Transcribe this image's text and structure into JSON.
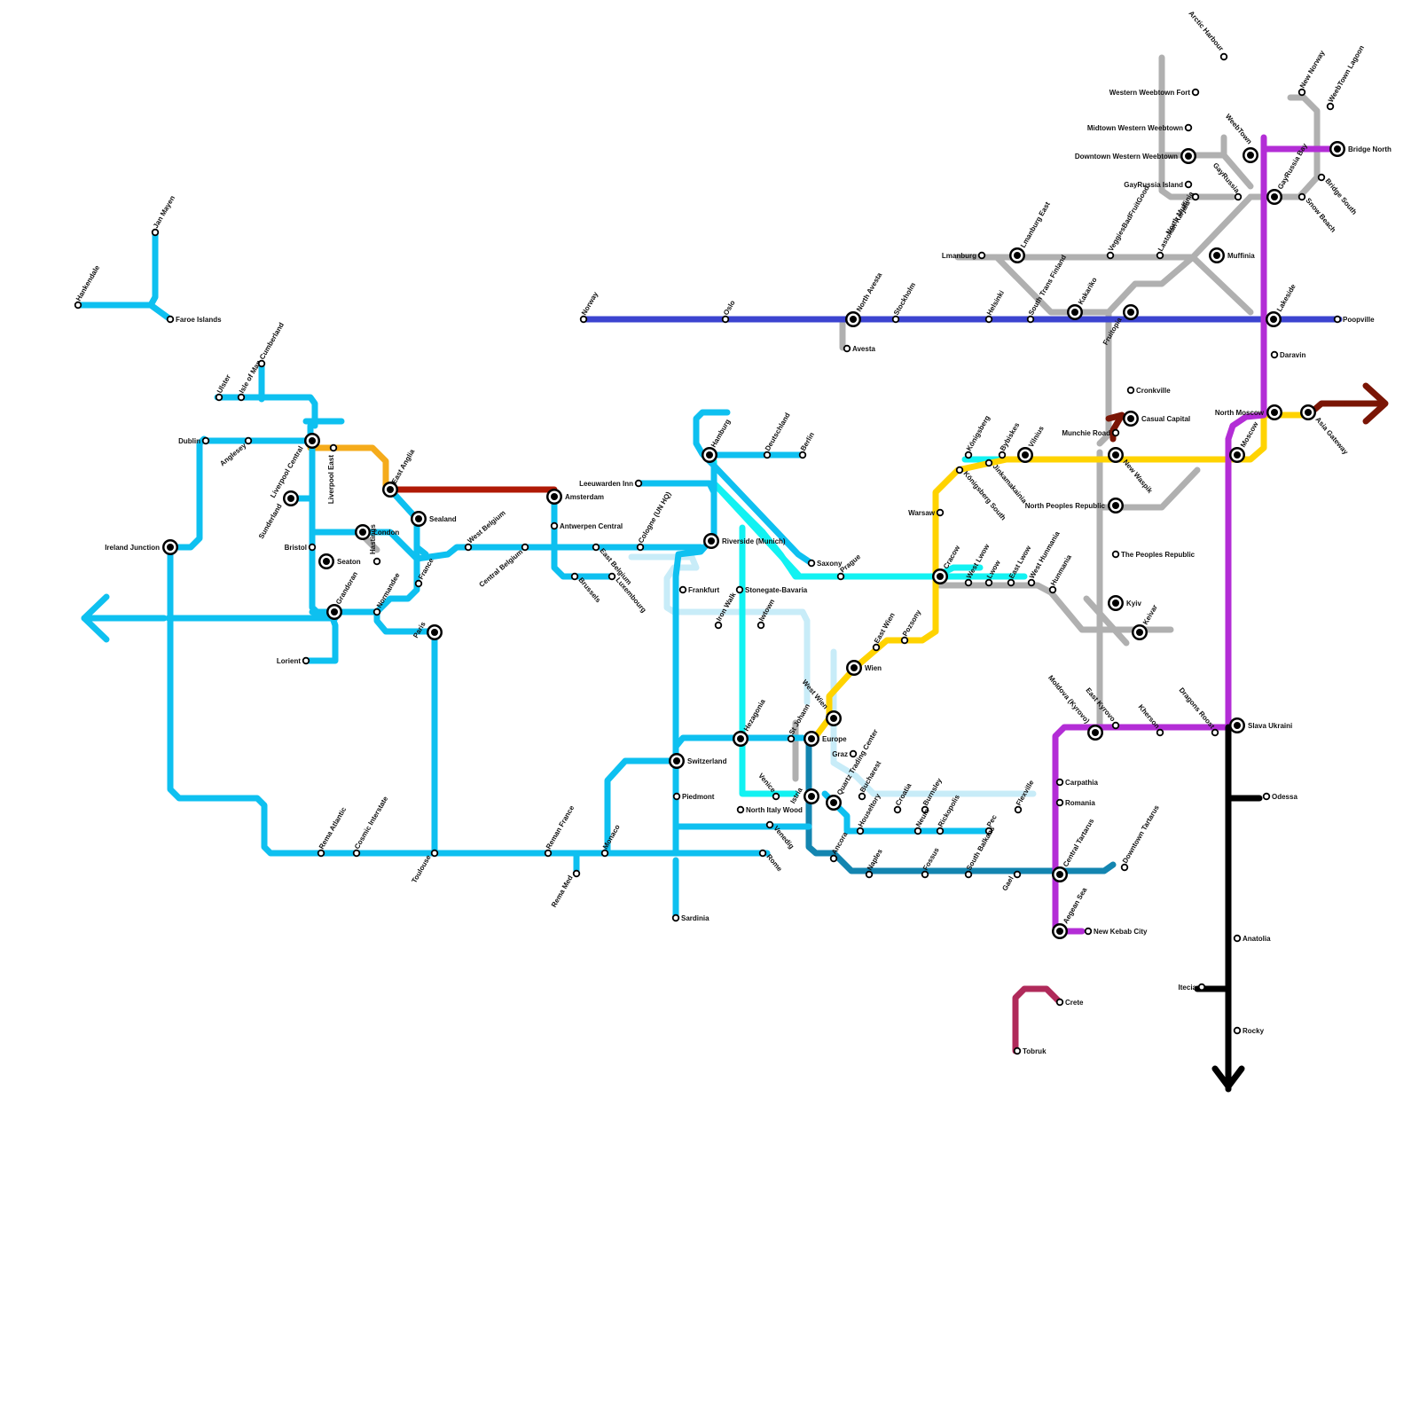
{
  "lines": [
    {
      "id": "west-blue",
      "color": "#0ec0f0",
      "name": ""
    },
    {
      "id": "nordic-indigo",
      "color": "#3c44d0",
      "name": ""
    },
    {
      "id": "gold",
      "color": "#ffd300",
      "name": ""
    },
    {
      "id": "purple",
      "color": "#b32dd6",
      "name": ""
    },
    {
      "id": "grey",
      "color": "#b0b0b0",
      "name": ""
    },
    {
      "id": "cyan",
      "color": "#12f2f2",
      "name": ""
    },
    {
      "id": "pale-blue",
      "color": "#c8ecf8",
      "name": ""
    },
    {
      "id": "teal",
      "color": "#1385b0",
      "name": ""
    },
    {
      "id": "black",
      "color": "#000000",
      "name": ""
    },
    {
      "id": "red",
      "color": "#b01a06",
      "name": ""
    },
    {
      "id": "maroon",
      "color": "#7a1505",
      "name": ""
    },
    {
      "id": "orange",
      "color": "#f5ab1b",
      "name": ""
    },
    {
      "id": "crimson",
      "color": "#b02a5a",
      "name": ""
    }
  ],
  "stations": [
    {
      "name": "Hankendale",
      "interchange": false
    },
    {
      "name": "Jan Mayen",
      "interchange": false
    },
    {
      "name": "Faroe Islands",
      "interchange": false
    },
    {
      "name": "Ulster",
      "interchange": false
    },
    {
      "name": "Isle of Man",
      "interchange": false
    },
    {
      "name": "Cumberland",
      "interchange": false
    },
    {
      "name": "Dublin",
      "interchange": false
    },
    {
      "name": "Anglesey",
      "interchange": false
    },
    {
      "name": "Liverpool Central",
      "interchange": true
    },
    {
      "name": "Liverpool East",
      "interchange": false
    },
    {
      "name": "Sunderland",
      "interchange": true
    },
    {
      "name": "East Anglia",
      "interchange": true
    },
    {
      "name": "Ireland Junction",
      "interchange": true
    },
    {
      "name": "Bristol",
      "interchange": false
    },
    {
      "name": "London",
      "interchange": true
    },
    {
      "name": "Seaton",
      "interchange": true
    },
    {
      "name": "Sealand",
      "interchange": true
    },
    {
      "name": "Hastings",
      "interchange": false
    },
    {
      "name": "Grandoran",
      "interchange": true
    },
    {
      "name": "Normandee",
      "interchange": false
    },
    {
      "name": "France",
      "interchange": false
    },
    {
      "name": "Paris",
      "interchange": true
    },
    {
      "name": "Lorient",
      "interchange": false
    },
    {
      "name": "West Belgium",
      "interchange": false
    },
    {
      "name": "Central Belgium",
      "interchange": false
    },
    {
      "name": "Amsterdam",
      "interchange": true
    },
    {
      "name": "Antwerpen Central",
      "interchange": false
    },
    {
      "name": "Brussels",
      "interchange": false
    },
    {
      "name": "East Belgium",
      "interchange": false
    },
    {
      "name": "Luxembourg",
      "interchange": false
    },
    {
      "name": "Cologne (UN HQ)",
      "interchange": false
    },
    {
      "name": "Leeuwarden Inn",
      "interchange": false
    },
    {
      "name": "Hamburg",
      "interchange": true
    },
    {
      "name": "Deutschland",
      "interchange": false
    },
    {
      "name": "Berlin",
      "interchange": false
    },
    {
      "name": "Riverside (Munich)",
      "interchange": true
    },
    {
      "name": "Frankfurt",
      "interchange": false
    },
    {
      "name": "Stonegate-Bavaria",
      "interchange": false
    },
    {
      "name": "Iron Walk",
      "interchange": false
    },
    {
      "name": "Iwtown",
      "interchange": false
    },
    {
      "name": "Saxony",
      "interchange": false
    },
    {
      "name": "Prague",
      "interchange": false
    },
    {
      "name": "Norway",
      "interchange": false
    },
    {
      "name": "Oslo",
      "interchange": false
    },
    {
      "name": "North Avesta",
      "interchange": true
    },
    {
      "name": "Avesta",
      "interchange": false
    },
    {
      "name": "Stockholm",
      "interchange": false
    },
    {
      "name": "Helsinki",
      "interchange": false
    },
    {
      "name": "South Trans Finland",
      "interchange": false
    },
    {
      "name": "Kakariko",
      "interchange": true
    },
    {
      "name": "Fruitopia",
      "interchange": true
    },
    {
      "name": "Lakeside",
      "interchange": true
    },
    {
      "name": "Poopville",
      "interchange": false
    },
    {
      "name": "Lmanburg",
      "interchange": false
    },
    {
      "name": "Lmanburg East",
      "interchange": true
    },
    {
      "name": "VeggiesBadFruitGood",
      "interchange": false
    },
    {
      "name": "Lastokan Karjala",
      "interchange": false
    },
    {
      "name": "Muffinia",
      "interchange": true
    },
    {
      "name": "North Muffinia",
      "interchange": false
    },
    {
      "name": "GayRussia",
      "interchange": false
    },
    {
      "name": "GayRussia Bay",
      "interchange": true
    },
    {
      "name": "Snow Beach",
      "interchange": false
    },
    {
      "name": "Bridge South",
      "interchange": false
    },
    {
      "name": "Bridge North",
      "interchange": true
    },
    {
      "name": "New Norway",
      "interchange": false
    },
    {
      "name": "WeebTown Lagoon",
      "interchange": false
    },
    {
      "name": "WeebTown",
      "interchange": true
    },
    {
      "name": "Arctic Harbour",
      "interchange": false
    },
    {
      "name": "Western Weebtown Fort",
      "interchange": false
    },
    {
      "name": "Midtown Western Weebtown",
      "interchange": false
    },
    {
      "name": "Downtown Western Weebtown",
      "interchange": true
    },
    {
      "name": "GayRussia Island",
      "interchange": false
    },
    {
      "name": "Daravin",
      "interchange": false
    },
    {
      "name": "Cronkville",
      "interchange": false
    },
    {
      "name": "Casual Capital",
      "interchange": true
    },
    {
      "name": "Munchie Road",
      "interchange": false
    },
    {
      "name": "North Moscow",
      "interchange": true
    },
    {
      "name": "Asia Gateway",
      "interchange": true
    },
    {
      "name": "Moscow",
      "interchange": true
    },
    {
      "name": "New Waspik",
      "interchange": true
    },
    {
      "name": "North Peoples Republic",
      "interchange": true
    },
    {
      "name": "The Peoples Republic",
      "interchange": false
    },
    {
      "name": "Kyiv",
      "interchange": true
    },
    {
      "name": "Keivar",
      "interchange": true
    },
    {
      "name": "Königsberg",
      "interchange": false
    },
    {
      "name": "Königsberg South",
      "interchange": false
    },
    {
      "name": "Bybiskes",
      "interchange": false
    },
    {
      "name": "Vilnius",
      "interchange": true
    },
    {
      "name": "Jinkamakainia",
      "interchange": false
    },
    {
      "name": "Warsaw",
      "interchange": false
    },
    {
      "name": "Cracow",
      "interchange": true
    },
    {
      "name": "West Lwow",
      "interchange": false
    },
    {
      "name": "Lwow",
      "interchange": false
    },
    {
      "name": "East Lwow",
      "interchange": false
    },
    {
      "name": "West Hunmania",
      "interchange": false
    },
    {
      "name": "Hunmania",
      "interchange": false
    },
    {
      "name": "Pozsony",
      "interchange": false
    },
    {
      "name": "East Wien",
      "interchange": false
    },
    {
      "name": "Wien",
      "interchange": true
    },
    {
      "name": "West Wien",
      "interchange": true
    },
    {
      "name": "Europe",
      "interchange": true
    },
    {
      "name": "St Johann",
      "interchange": false
    },
    {
      "name": "Hezagonia",
      "interchange": true
    },
    {
      "name": "Switzerland",
      "interchange": true
    },
    {
      "name": "Piedmont",
      "interchange": false
    },
    {
      "name": "Graz",
      "interchange": false
    },
    {
      "name": "Quartz Trading Center",
      "interchange": true
    },
    {
      "name": "Istria",
      "interchange": true
    },
    {
      "name": "Venice",
      "interchange": false
    },
    {
      "name": "North Italy Wood",
      "interchange": false
    },
    {
      "name": "Venedig",
      "interchange": false
    },
    {
      "name": "Bucharest",
      "interchange": false
    },
    {
      "name": "Croatia",
      "interchange": false
    },
    {
      "name": "Burnsley",
      "interchange": false
    },
    {
      "name": "Neum",
      "interchange": false
    },
    {
      "name": "Rickopolis",
      "interchange": false
    },
    {
      "name": "Pec",
      "interchange": false
    },
    {
      "name": "Flexville",
      "interchange": false
    },
    {
      "name": "Houseltory",
      "interchange": false
    },
    {
      "name": "Ancora",
      "interchange": false
    },
    {
      "name": "Naples",
      "interchange": false
    },
    {
      "name": "Fossus",
      "interchange": false
    },
    {
      "name": "South Balkans",
      "interchange": false
    },
    {
      "name": "Gael",
      "interchange": false
    },
    {
      "name": "Central Tartarus",
      "interchange": true
    },
    {
      "name": "Downtown Tartarus",
      "interchange": false
    },
    {
      "name": "Aegean Sea",
      "interchange": true
    },
    {
      "name": "New Kebab City",
      "interchange": false
    },
    {
      "name": "Carpathia",
      "interchange": false
    },
    {
      "name": "Romania",
      "interchange": false
    },
    {
      "name": "Moldova (Kyrovo)",
      "interchange": true
    },
    {
      "name": "East Kyrovo",
      "interchange": false
    },
    {
      "name": "Kherson",
      "interchange": false
    },
    {
      "name": "Dragons Roost",
      "interchange": false
    },
    {
      "name": "Slava Ukraini",
      "interchange": true
    },
    {
      "name": "Odessa",
      "interchange": false
    },
    {
      "name": "Anatolia",
      "interchange": false
    },
    {
      "name": "Itecia",
      "interchange": false
    },
    {
      "name": "Rocky",
      "interchange": false
    },
    {
      "name": "Crete",
      "interchange": false
    },
    {
      "name": "Tobruk",
      "interchange": false
    },
    {
      "name": "Rema Atlantic",
      "interchange": false
    },
    {
      "name": "Cosmic Interstate",
      "interchange": false
    },
    {
      "name": "Toulouse",
      "interchange": false
    },
    {
      "name": "Reman France",
      "interchange": false
    },
    {
      "name": "Rema Med",
      "interchange": false
    },
    {
      "name": "Monaco",
      "interchange": false
    },
    {
      "name": "Rome",
      "interchange": false
    },
    {
      "name": "Sardinia",
      "interchange": false
    }
  ]
}
